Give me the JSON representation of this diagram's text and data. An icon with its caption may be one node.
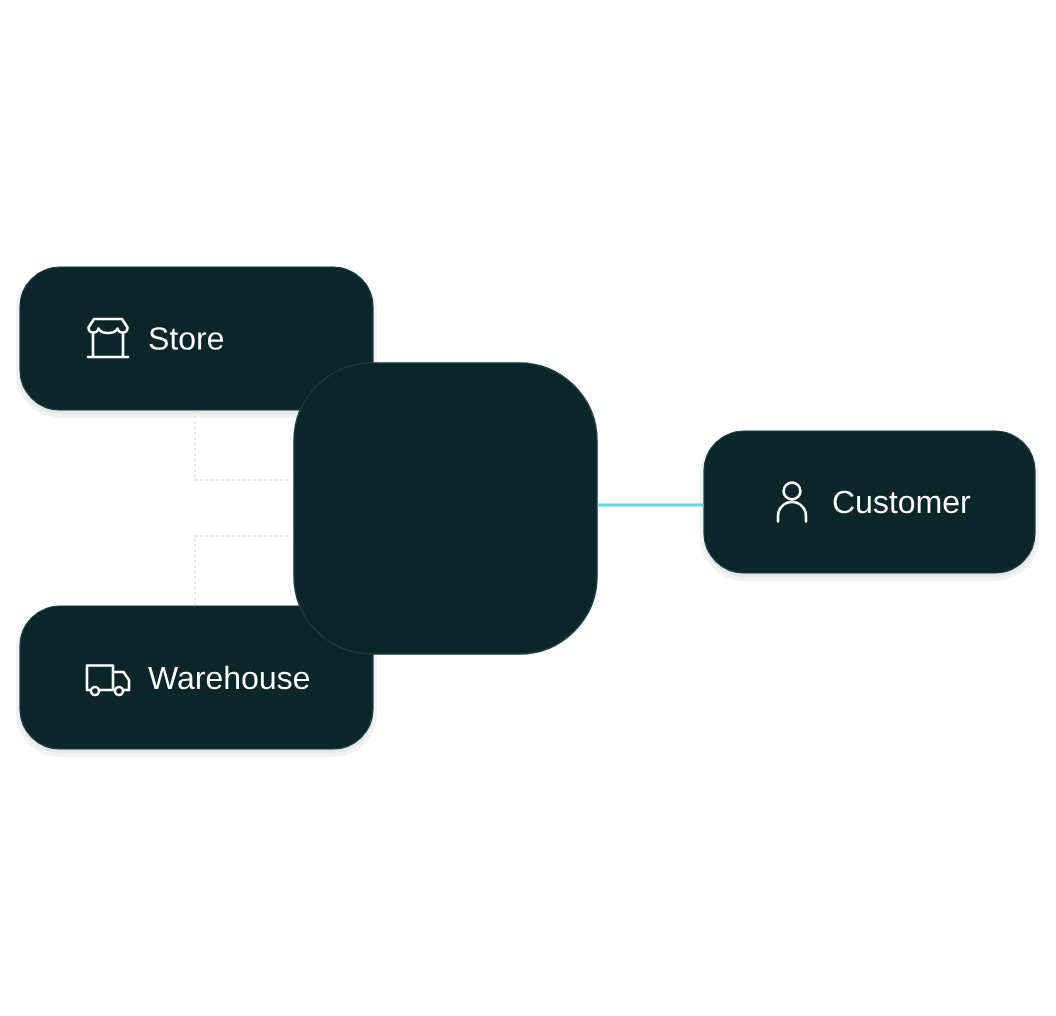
{
  "diagram": {
    "nodes": [
      {
        "text": [
          "Store"
        ]
      },
      {
        "text": [],
        "shape": "box"
      },
      {
        "text": [
          "Customer"
        ]
      },
      {
        "text": [
          "Warehouse"
        ]
      }
    ],
    "edges": [
      {
        "from": 0,
        "to": 1,
        "arrow": "none",
        "style": "dashed",
        "color": "#dfe1d8"
      },
      {
        "from": 3,
        "to": 1,
        "arrow": "none",
        "style": "dashed",
        "color": "#dfe1d8"
      },
      {
        "from": 1,
        "to": 2,
        "arrow": "none",
        "style": "thick",
        "color": "#63d6e1"
      }
    ]
  }
}
